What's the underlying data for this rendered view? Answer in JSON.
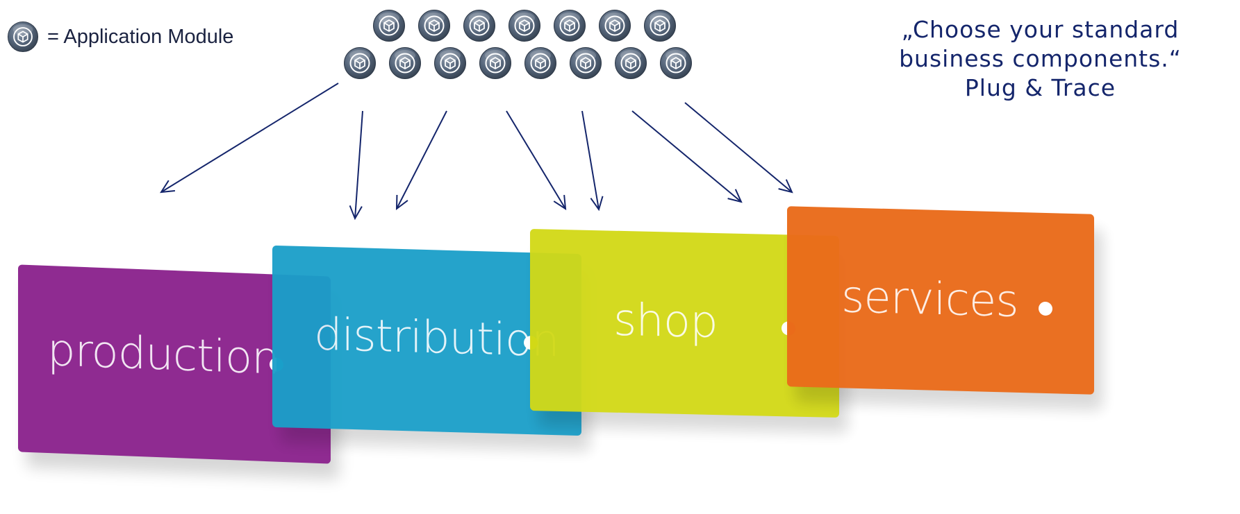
{
  "legend": {
    "text": "= Application Module",
    "icon": "cube-icon"
  },
  "tagline": {
    "lines": [
      "„Choose your standard",
      "business components.“",
      "Plug & Trace"
    ],
    "color": "#14256b"
  },
  "modules": {
    "row1_count": 7,
    "row2_count": 8,
    "icon": "cube-icon",
    "color": "#4d5d70"
  },
  "arrow_color": "#14256b",
  "cards": [
    {
      "label": "production",
      "color": "#8f2b91"
    },
    {
      "label": "distribution",
      "color": "#1a9fc9"
    },
    {
      "label": "shop",
      "color": "#d2d916"
    },
    {
      "label": "services",
      "color": "#ea6b1a"
    }
  ]
}
